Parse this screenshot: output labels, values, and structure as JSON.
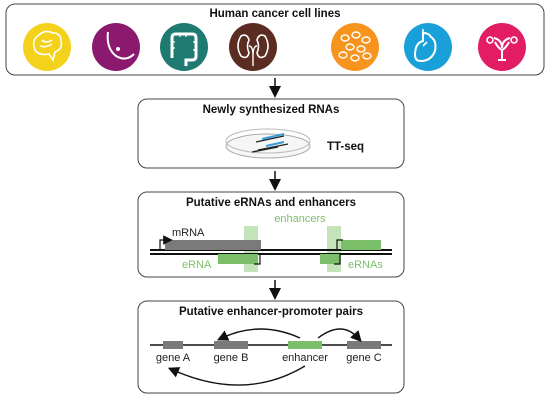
{
  "panel1": {
    "title": "Human cancer cell lines",
    "icons": [
      {
        "name": "brain-icon",
        "color": "#f4d21c"
      },
      {
        "name": "breast-icon",
        "color": "#8b1a6e"
      },
      {
        "name": "colon-icon",
        "color": "#1f7a72"
      },
      {
        "name": "kidney-icon",
        "color": "#5b2c22"
      },
      {
        "name": "blood-cells-icon",
        "color": "#f7941d"
      },
      {
        "name": "lung-icon",
        "color": "#1aa0d8"
      },
      {
        "name": "uterus-icon",
        "color": "#e21d63"
      }
    ]
  },
  "panel2": {
    "title": "Newly synthesized RNAs",
    "method": "TT-seq"
  },
  "panel3": {
    "title": "Putative eRNAs and enhancers",
    "enhancers": "enhancers",
    "mrna": "mRNA",
    "erna": "eRNA",
    "ernas": "eRNAs"
  },
  "panel4": {
    "title": "Putative enhancer-promoter pairs",
    "gene_a": "gene A",
    "gene_b": "gene B",
    "enhancer": "enhancer",
    "gene_c": "gene C"
  },
  "colors": {
    "green": "#7cbf6b",
    "light_green": "#c5e3b8",
    "gray": "#7a7a7a",
    "blue": "#3a9bd8"
  }
}
